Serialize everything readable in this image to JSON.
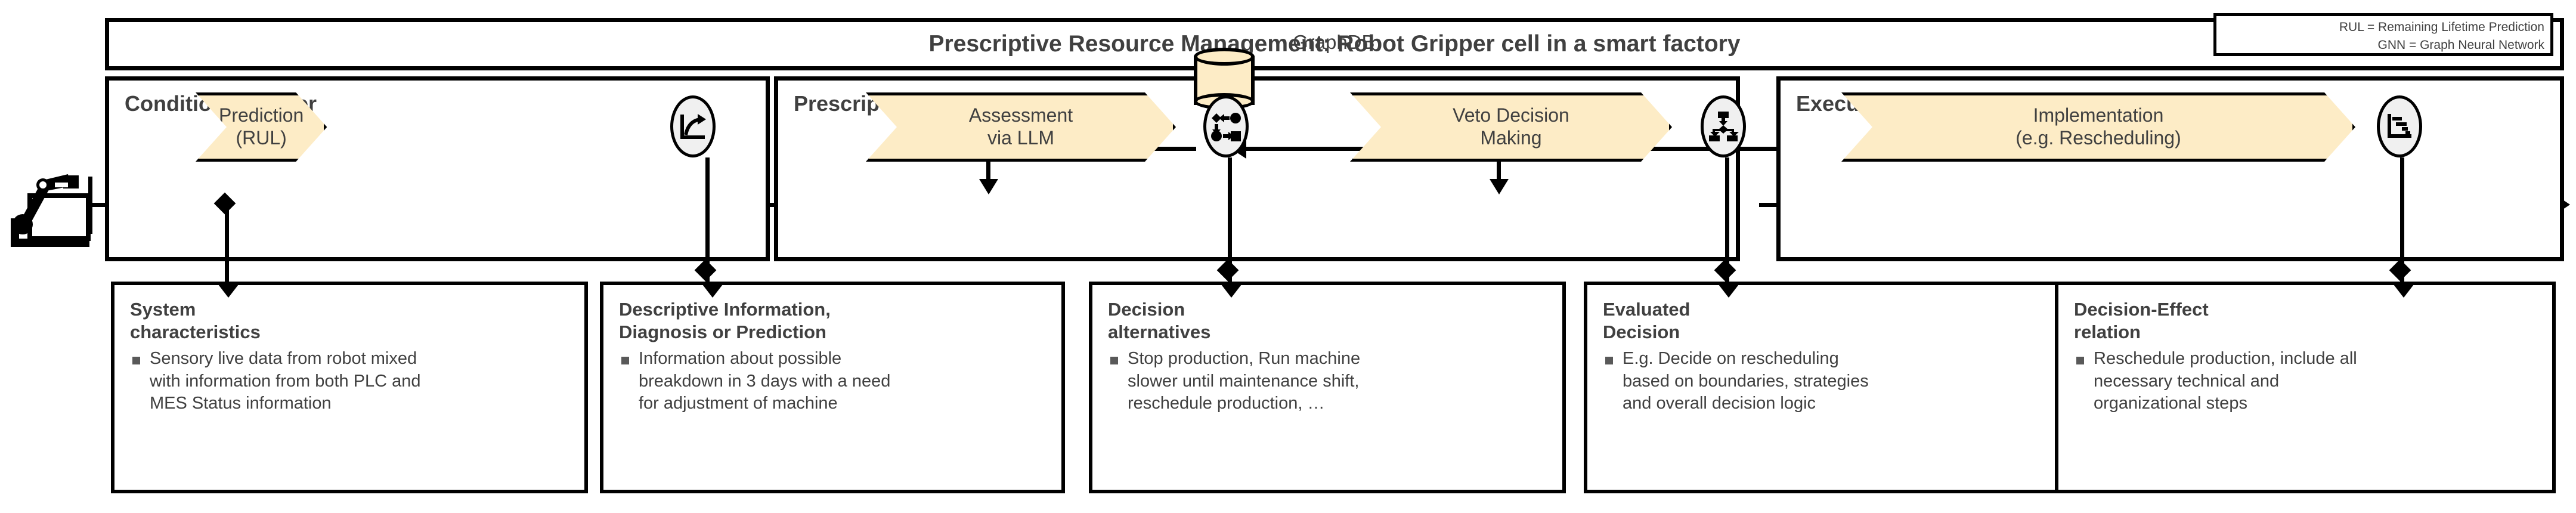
{
  "header": {
    "title": "Prescriptive Resource Management: Robot Gripper cell in a smart factory",
    "legend": [
      "RUL = Remaining Lifetime Prediction",
      "GNN = Graph Neural Network"
    ]
  },
  "phases": [
    {
      "id": "conditional-trigger",
      "label": "Conditional trigger"
    },
    {
      "id": "prescription",
      "label": "Prescription"
    },
    {
      "id": "execution",
      "label": "Execution (Automation)"
    }
  ],
  "steps": [
    {
      "id": "prediction",
      "label": "Prediction\n(RUL)",
      "icon": "trend-curve-icon"
    },
    {
      "id": "assessment",
      "label": "Assessment\nvia LLM",
      "icon": "knowledge-graph-icon"
    },
    {
      "id": "veto-decision",
      "label": "Veto Decision\nMaking",
      "icon": "decision-tree-icon"
    },
    {
      "id": "implementation",
      "label": "Implementation\n(e.g. Rescheduling)",
      "icon": "gantt-chart-icon"
    }
  ],
  "datastore": {
    "label": "GraphDB",
    "shape": "cylinder",
    "fill": "#fdecc6"
  },
  "source_icon": "industrial-robot-icon",
  "callouts": [
    {
      "id": "system-characteristics",
      "title": "System\ncharacteristics",
      "text": "Sensory live data from robot mixed\nwith information from both PLC and\nMES Status information"
    },
    {
      "id": "descriptive-information",
      "title": "Descriptive Information,\nDiagnosis or Prediction",
      "text": "Information about possible\nbreakdown in 3 days with a need\nfor adjustment of machine"
    },
    {
      "id": "decision-alternatives",
      "title": "Decision\nalternatives",
      "text": "Stop production, Run machine\nslower until maintenance shift,\nreschedule production, …"
    },
    {
      "id": "evaluated-decision",
      "title": "Evaluated\nDecision",
      "text": "E.g. Decide on rescheduling\nbased on boundaries, strategies\nand overall  decision logic"
    },
    {
      "id": "decision-effect-relation",
      "title": "Decision-Effect\nrelation",
      "text": "Reschedule production, include all\nnecessary technical and\norganizational steps"
    }
  ],
  "colors": {
    "process_fill": "#fdecc6",
    "stroke": "#000000",
    "text": "#404040",
    "badge_fill": "#f0f0f0"
  }
}
